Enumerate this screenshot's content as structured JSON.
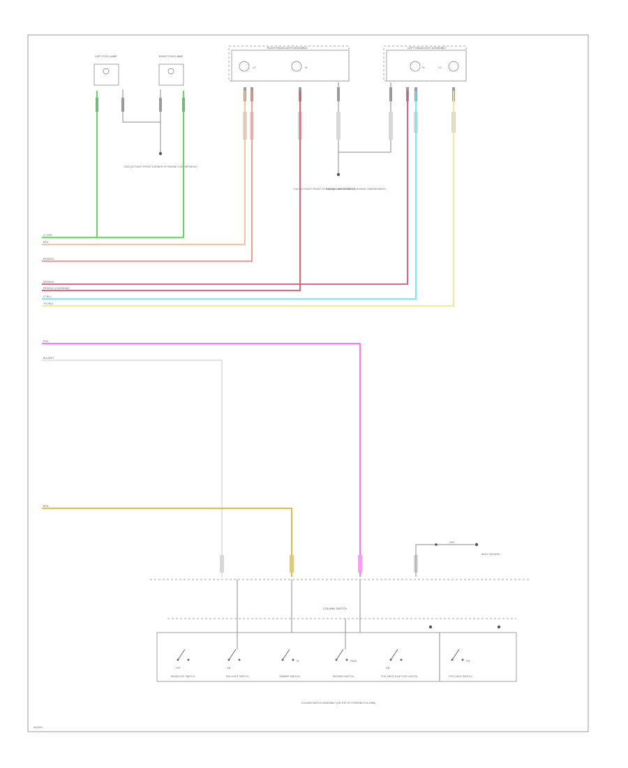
{
  "diagram_id": "W10002",
  "components": {
    "left_fog_lamp": "LEFT FOG LAMP",
    "right_fog_lamp": "RIGHT FOG LAMP",
    "right_headlight": "RIGHT HEADLIGHT ASSEMBLY",
    "left_headlight": "LEFT HEADLIGHT ASSEMBLY",
    "fog_ground": "G302 (AT RIGHT FRONT CORNER OF ENGINE COMPARTMENT)",
    "headlight_ground_left": "G101 (AT RIGHT FRONT OF ENGINE COMPARTMENT)",
    "headlight_ground_right": "G102 (AT LEFT FRONT OF ENGINE COMPARTMENT)",
    "switch_group": "COLUMN SWITCH",
    "switch_assembly": "COLUMN SWITCH ASSEMBLY (ON TOP OF STEERING COLUMN)",
    "ground_note": "BODY GROUND"
  },
  "switches": [
    "HEADLIGHT SWITCH",
    "TAIL LIGHT SWITCH",
    "DIMMER SWITCH",
    "PASSING SWITCH",
    "FOG SWITCH (W/ FOG LIGHTS)",
    "FOG LIGHT SWITCH"
  ],
  "switch_states": [
    "OFF",
    "ON",
    "HI",
    "PASS",
    "ON",
    "ON"
  ],
  "wires": [
    {
      "label": "LT GRN",
      "color": "#4cd94c"
    },
    {
      "label": "RED",
      "color": "#ffb88c"
    },
    {
      "label": "RED/BLK",
      "color": "#ff8a8a"
    },
    {
      "label": "RED/BLK",
      "color": "#e0506e"
    },
    {
      "label": "RED/BLK (LOW BEAM)",
      "color": "#e0506e"
    },
    {
      "label": "LT BLU",
      "color": "#66e6ff"
    },
    {
      "label": "YEL/BLU",
      "color": "#f0e68c"
    },
    {
      "label": "PNK",
      "color": "#ff66ff"
    },
    {
      "label": "BLK/WHT",
      "color": "#c8c8c8"
    },
    {
      "label": "BRN",
      "color": "#e0b030"
    }
  ],
  "connector_labels": [
    "LO",
    "HI",
    "HI",
    "LO",
    "GRY"
  ]
}
